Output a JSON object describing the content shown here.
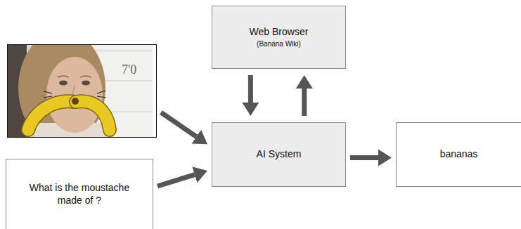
{
  "diagram": {
    "nodes": [
      {
        "text": [
          "7'0"
        ]
      },
      {
        "text": [
          "What is the moustache made of ?"
        ]
      },
      {
        "text": [
          "Web Browser",
          "(Banana Wiki)"
        ]
      },
      {
        "text": [
          "AI System"
        ]
      },
      {
        "text": [
          "bananas"
        ]
      }
    ],
    "edges": [
      {
        "from": 0,
        "to": 3,
        "arrow": "to"
      },
      {
        "from": 1,
        "to": 3,
        "arrow": "to"
      },
      {
        "from": 2,
        "to": 3,
        "arrow": "to"
      },
      {
        "from": 3,
        "to": 2,
        "arrow": "to"
      },
      {
        "from": 3,
        "to": 4,
        "arrow": "to"
      }
    ]
  }
}
